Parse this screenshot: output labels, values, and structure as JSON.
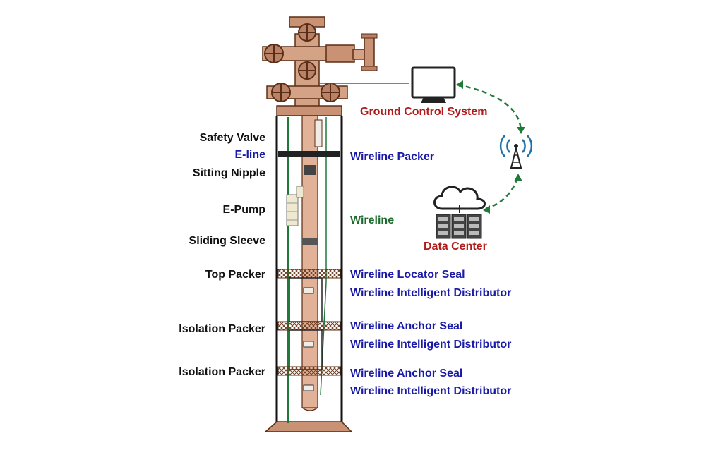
{
  "labels": {
    "left": {
      "safety_valve": "Safety Valve",
      "e_line": "E-line",
      "sitting_nipple": "Sitting Nipple",
      "e_pump": "E-Pump",
      "sliding_sleeve": "Sliding Sleeve",
      "top_packer": "Top Packer",
      "isolation_packer_1": "Isolation Packer",
      "isolation_packer_2": "Isolation Packer"
    },
    "right": {
      "wireline_packer": "Wireline Packer",
      "wireline": "Wireline",
      "locator_seal": "Wireline Locator Seal",
      "distributor_1": "Wireline Intelligent Distributor",
      "anchor_seal_1": "Wireline Anchor Seal",
      "distributor_2": "Wireline Intelligent Distributor",
      "anchor_seal_2": "Wireline Anchor Seal",
      "distributor_3": "Wireline Intelligent Distributor"
    },
    "systems": {
      "ground_control": "Ground Control System",
      "data_center": "Data Center"
    }
  },
  "colors": {
    "black_label": "#111111",
    "blue_label": "#1a1aa8",
    "green_label": "#1e6b2e",
    "red_label": "#b01a1a",
    "copper": "#d4a285",
    "copper_dark": "#8a4a2a",
    "link_green": "#1f7a3a",
    "antenna_blue": "#1f6fa8"
  },
  "icons": {
    "computer": "computer-monitor-icon",
    "antenna": "radio-tower-icon",
    "datacenter": "cloud-server-icon"
  }
}
